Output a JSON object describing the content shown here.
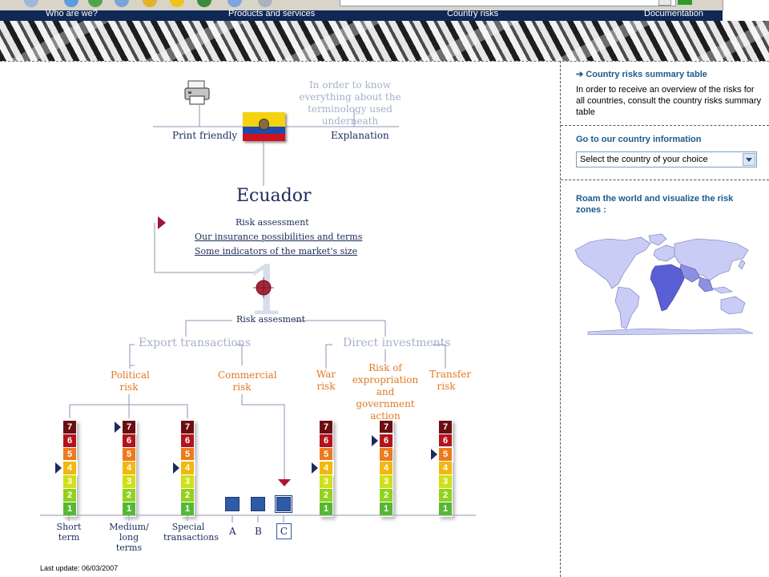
{
  "nav": {
    "items": [
      "Who are we?",
      "Products and services",
      "Country risks",
      "Documentation"
    ]
  },
  "sidebar": {
    "summary_title": "Country risks summary table",
    "summary_text": "In order to receive an overview of the risks for all countries, consult the country risks summary table",
    "country_info_title": "Go to our country information",
    "country_select_value": "Select the country of your choice",
    "roam_title": "Roam the world and visualize the risk zones :",
    "map_highlight_color": "#5b5fd4"
  },
  "main": {
    "explanation_hint": "In order to know everything about the terminology used underneath",
    "print_label": "Print friendly",
    "explanation_label": "Explanation",
    "country": "Ecuador",
    "risk_assessment": "Risk assessment",
    "link_insurance": "Our insurance possibilities and terms",
    "link_indicators": "Some indicators of the market's size",
    "risk_heading": "Risk assesment",
    "export_label": "Export transactions",
    "direct_label": "Direct investments",
    "political_label": "Political risk",
    "commercial_label": "Commercial risk",
    "war_label": "War risk",
    "expropriation_label": "Risk of expropriation and government action",
    "transfer_label": "Transfer risk",
    "short_label": "Short term",
    "medium_label": "Medium/ long terms",
    "special_label": "Special transactions",
    "abc": [
      "A",
      "B",
      "C"
    ],
    "selected_commercial": "C",
    "last_update": "Last update: 06/03/2007"
  },
  "risk_scales": {
    "levels": [
      "7",
      "6",
      "5",
      "4",
      "3",
      "2",
      "1"
    ],
    "level_colors": [
      "#6b0d12",
      "#b3141c",
      "#ec7a1e",
      "#f1b80f",
      "#cfe017",
      "#92d11e",
      "#56b832"
    ],
    "ratings": [
      {
        "name": "short-term",
        "value": 4
      },
      {
        "name": "medium-long-terms",
        "value": 7
      },
      {
        "name": "special-transactions",
        "value": 4
      },
      {
        "name": "war",
        "value": 4
      },
      {
        "name": "expropriation",
        "value": 6
      },
      {
        "name": "transfer",
        "value": 5
      }
    ]
  }
}
